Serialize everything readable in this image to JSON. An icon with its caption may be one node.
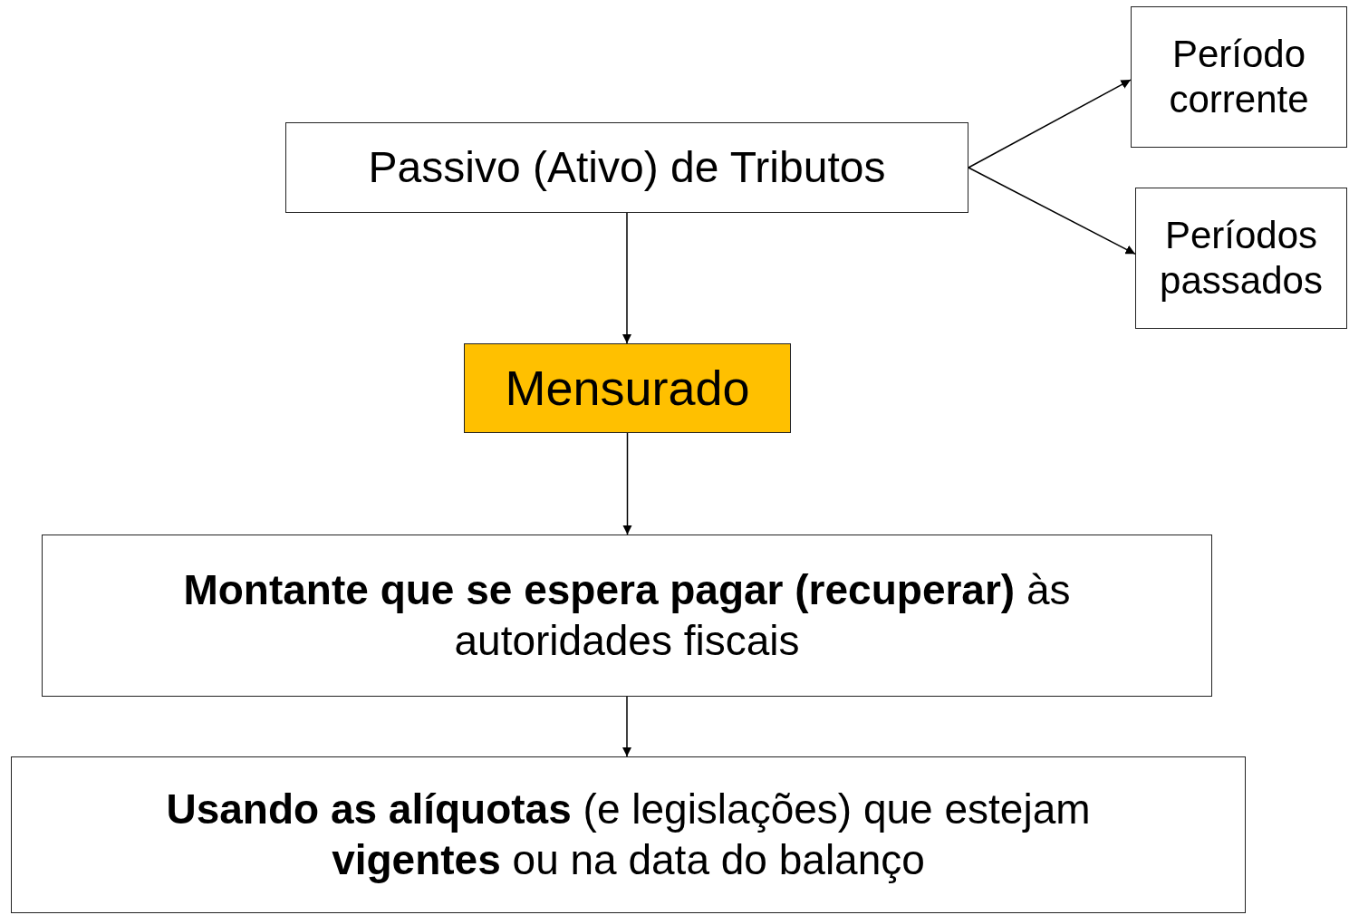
{
  "diagram": {
    "nodes": [
      {
        "text": [
          "Passivo (Ativo) de Tributos"
        ]
      },
      {
        "text": [
          "Período corrente"
        ]
      },
      {
        "text": [
          "Períodos passados"
        ]
      },
      {
        "text": [
          "Mensurado"
        ]
      },
      {
        "text": [
          "**Montante que se espera pagar (recuperar)** às autoridades fiscais"
        ]
      },
      {
        "text": [
          "**Usando as alíquotas** (e legislações) que estejam **vigentes** ou na data do balanço"
        ]
      }
    ],
    "edges": [
      {
        "from": 0,
        "to": 1,
        "arrow": "to"
      },
      {
        "from": 0,
        "to": 2,
        "arrow": "to"
      },
      {
        "from": 0,
        "to": 3,
        "arrow": "to"
      },
      {
        "from": 3,
        "to": 4,
        "arrow": "to"
      },
      {
        "from": 4,
        "to": 5,
        "arrow": "to"
      }
    ]
  }
}
